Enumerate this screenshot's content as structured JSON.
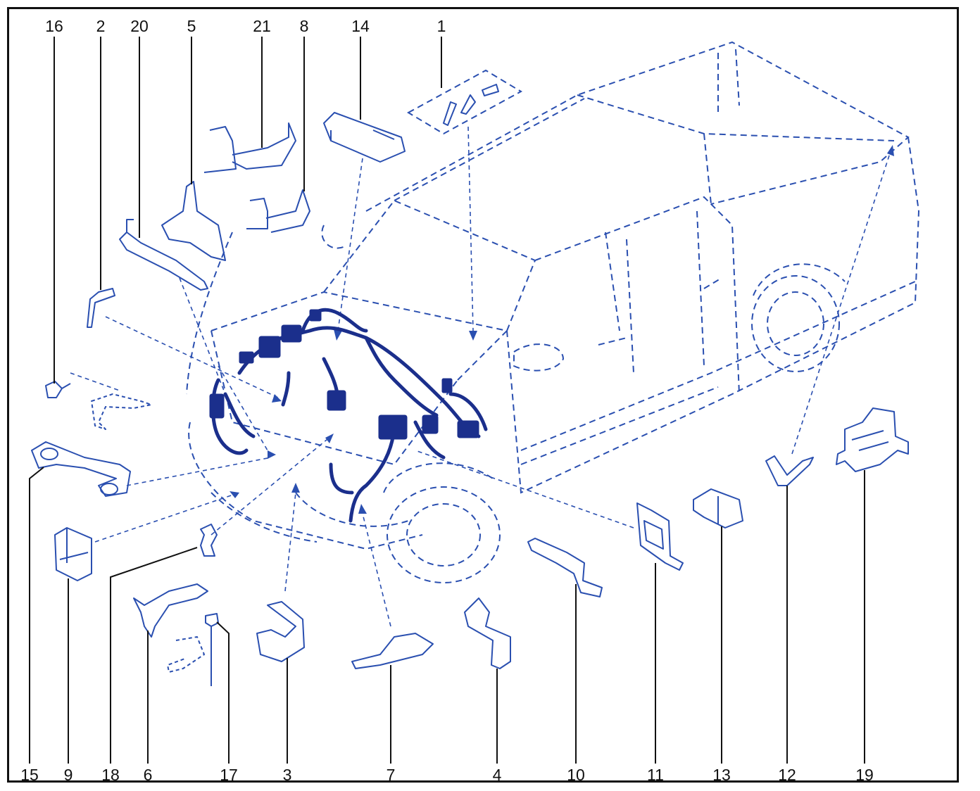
{
  "diagram": {
    "top_labels": [
      "16",
      "2",
      "20",
      "5",
      "21",
      "8",
      "14",
      "1"
    ],
    "bottom_labels": [
      "15",
      "9",
      "18",
      "6",
      "17",
      "3",
      "7",
      "4",
      "10",
      "11",
      "13",
      "12",
      "19"
    ]
  },
  "colors": {
    "line": "#2a4fb0",
    "harness": "#1b2f8c",
    "label": "#111111",
    "frame": "#111111"
  }
}
